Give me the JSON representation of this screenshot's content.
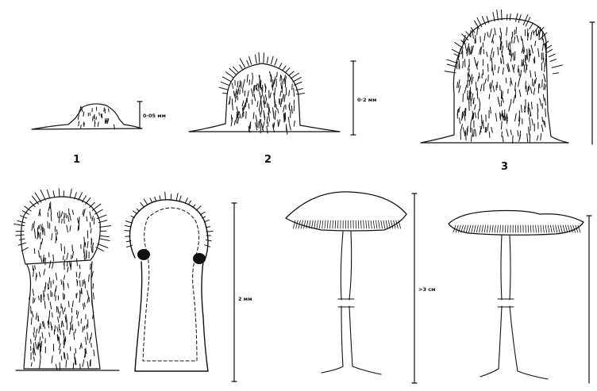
{
  "stages": [
    {
      "number": "1",
      "scale_label": "0·05 мм"
    },
    {
      "number": "2",
      "scale_label": "0·2 мм"
    },
    {
      "number": "3",
      "scale_label": ""
    },
    {
      "number": "",
      "scale_label": "2 мм"
    },
    {
      "number": "",
      "scale_label": ">3 см"
    }
  ],
  "colors": {
    "ink": "#111111",
    "paper": "#ffffff"
  }
}
